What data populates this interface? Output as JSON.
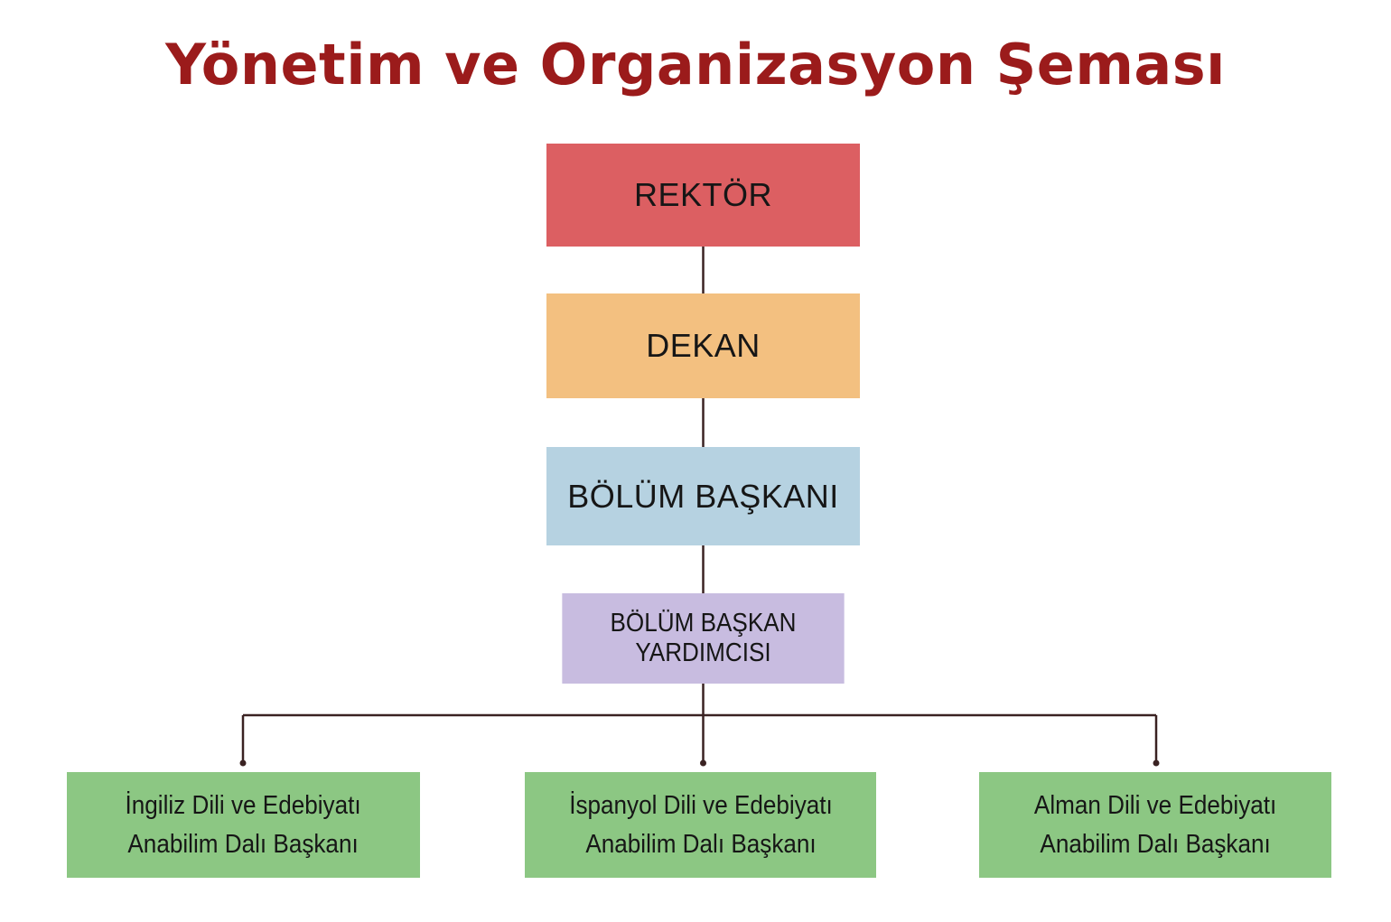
{
  "title": "Yönetim ve Organizasyon Şeması",
  "colors": {
    "title": "#9b1b1b",
    "connector": "#3a2222",
    "rektor": "#dc5f62",
    "dekan": "#f3c080",
    "bolum_baskani": "#b6d2e1",
    "bolum_baskan_yardimcisi": "#c8bce0",
    "anabilim": "#8cc783"
  },
  "nodes": {
    "rektor": "REKTÖR",
    "dekan": "DEKAN",
    "bolum_baskani": "BÖLÜM BAŞKANI",
    "bolum_baskan_yardimcisi": "BÖLÜM BAŞKAN YARDIMCISI",
    "anabilim": [
      {
        "line1": "İngiliz Dili ve Edebiyatı",
        "line2": "Anabilim Dalı Başkanı"
      },
      {
        "line1": "İspanyol Dili ve Edebiyatı",
        "line2": "Anabilim Dalı Başkanı"
      },
      {
        "line1": "Alman Dili ve Edebiyatı",
        "line2": "Anabilim Dalı Başkanı"
      }
    ]
  }
}
